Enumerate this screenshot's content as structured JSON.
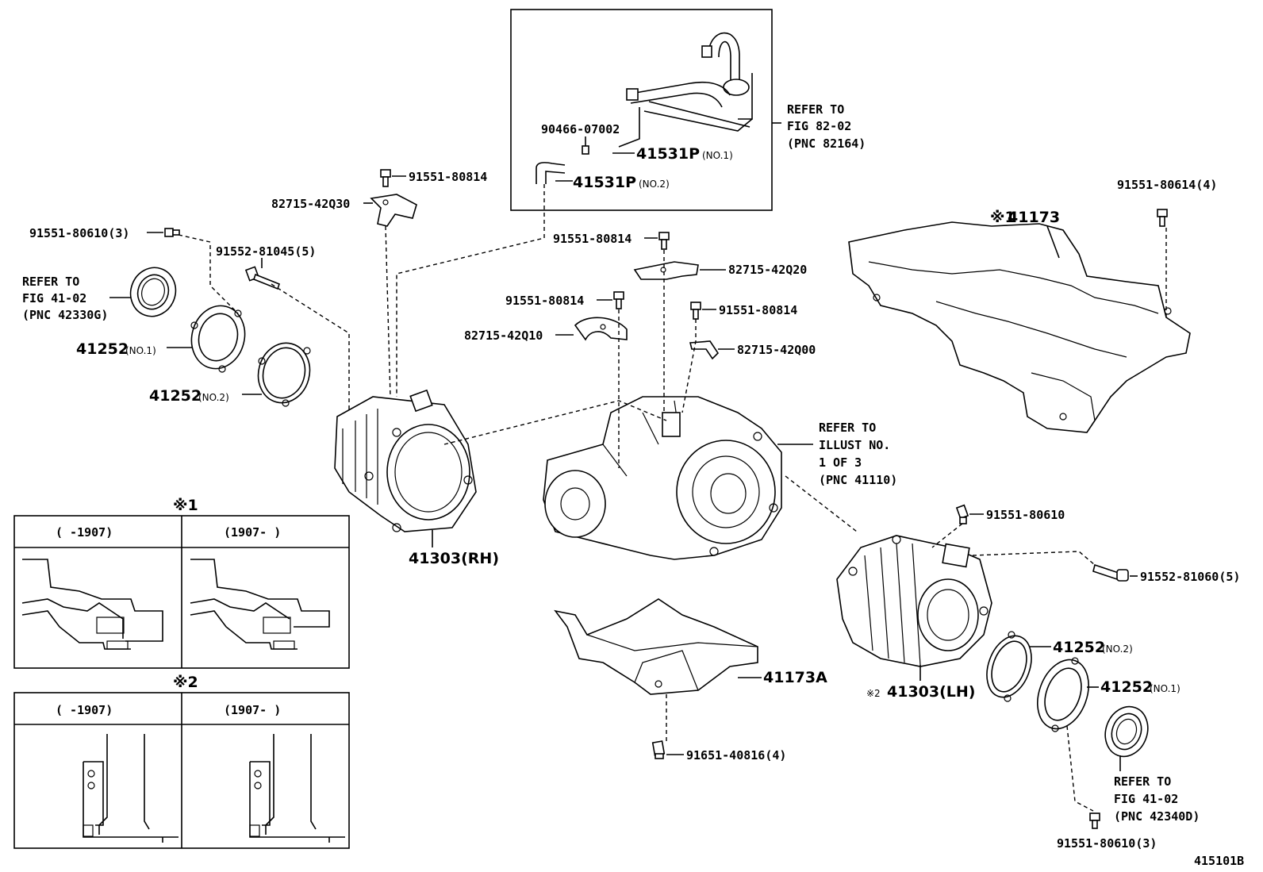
{
  "figure_id": "415101B",
  "labels": {
    "p_90466": "90466-07002",
    "p_41531P": "41531P",
    "p_41531P_no1": "(NO.1)",
    "p_41531P_no2": "(NO.2)",
    "p_91551_80814_a": "91551-80814",
    "p_82715_42Q30": "82715-42Q30",
    "p_91551_80610_3a": "91551-80610(3)",
    "p_91552_81045": "91552-81045(5)",
    "p_41252": "41252",
    "p_no1": "(NO.1)",
    "p_no2": "(NO.2)",
    "p_91551_80814_b": "91551-80814",
    "p_82715_42Q20": "82715-42Q20",
    "p_91551_80814_c": "91551-80814",
    "p_91551_80814_d": "91551-80814",
    "p_82715_42Q10": "82715-42Q10",
    "p_82715_42Q00": "82715-42Q00",
    "p_41303_rh": "41303(RH)",
    "p_41303_lh": "41303(LH)",
    "p_41173": "41173",
    "p_41173A": "41173A",
    "p_91551_80614": "91551-80614(4)",
    "p_91551_80610": "91551-80610",
    "p_91552_81060": "91552-81060(5)",
    "p_91651_40816": "91651-40816(4)",
    "p_91551_80610_3b": "91551-80610(3)",
    "mark1": "※1",
    "mark2": "※2"
  },
  "refs": {
    "refer_to": "REFER TO",
    "fig_82": "FIG 82-02",
    "pnc_82164": "(PNC 82164)",
    "fig_41_a": "FIG 41-02",
    "pnc_42330G": "(PNC 42330G)",
    "illust": "ILLUST NO.",
    "one_of_3": "1 OF 3",
    "pnc_41110": "(PNC 41110)",
    "fig_41_b": "FIG 41-02",
    "pnc_42340D": "(PNC 42340D)"
  },
  "inset1": {
    "title": "※1",
    "col_left": "(       -1907)",
    "col_right": "(1907-       )"
  },
  "inset2": {
    "title": "※2",
    "col_left": "(       -1907)",
    "col_right": "(1907-       )"
  }
}
